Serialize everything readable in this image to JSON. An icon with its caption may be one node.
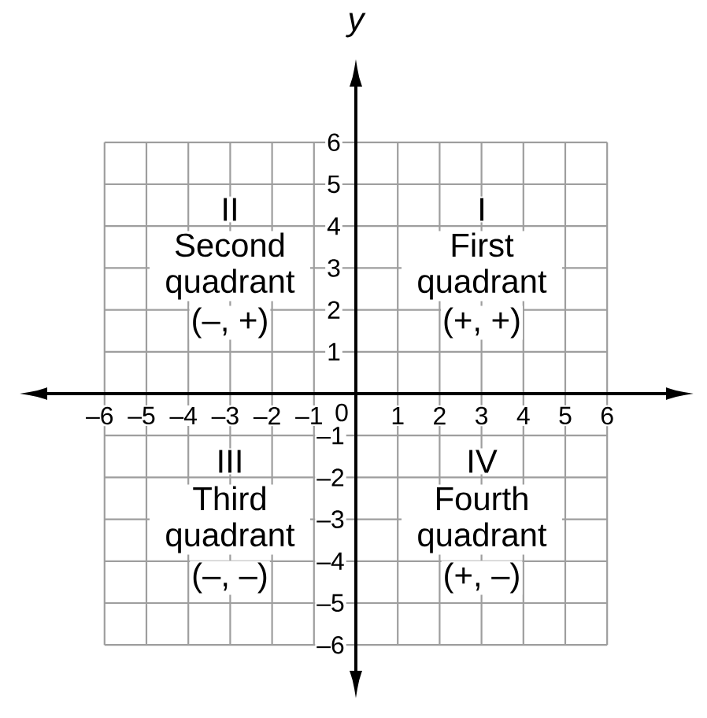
{
  "diagram": {
    "labels": [
      "y",
      "II",
      "Second quadrant",
      "(–, +)",
      "I",
      "First quadrant",
      "(+, +)",
      "6",
      "5",
      "4",
      "3",
      "2",
      "1",
      "–6",
      "–5",
      "–4",
      "–3",
      "–2",
      "–1",
      "0",
      "1",
      "2",
      "3",
      "4",
      "5",
      "6",
      "–1",
      "–2",
      "–3",
      "–4",
      "–5",
      "–6",
      "III",
      "Third quadrant",
      "(–, –)",
      "IV",
      "Fourth quadrant",
      "(+, –)"
    ]
  }
}
